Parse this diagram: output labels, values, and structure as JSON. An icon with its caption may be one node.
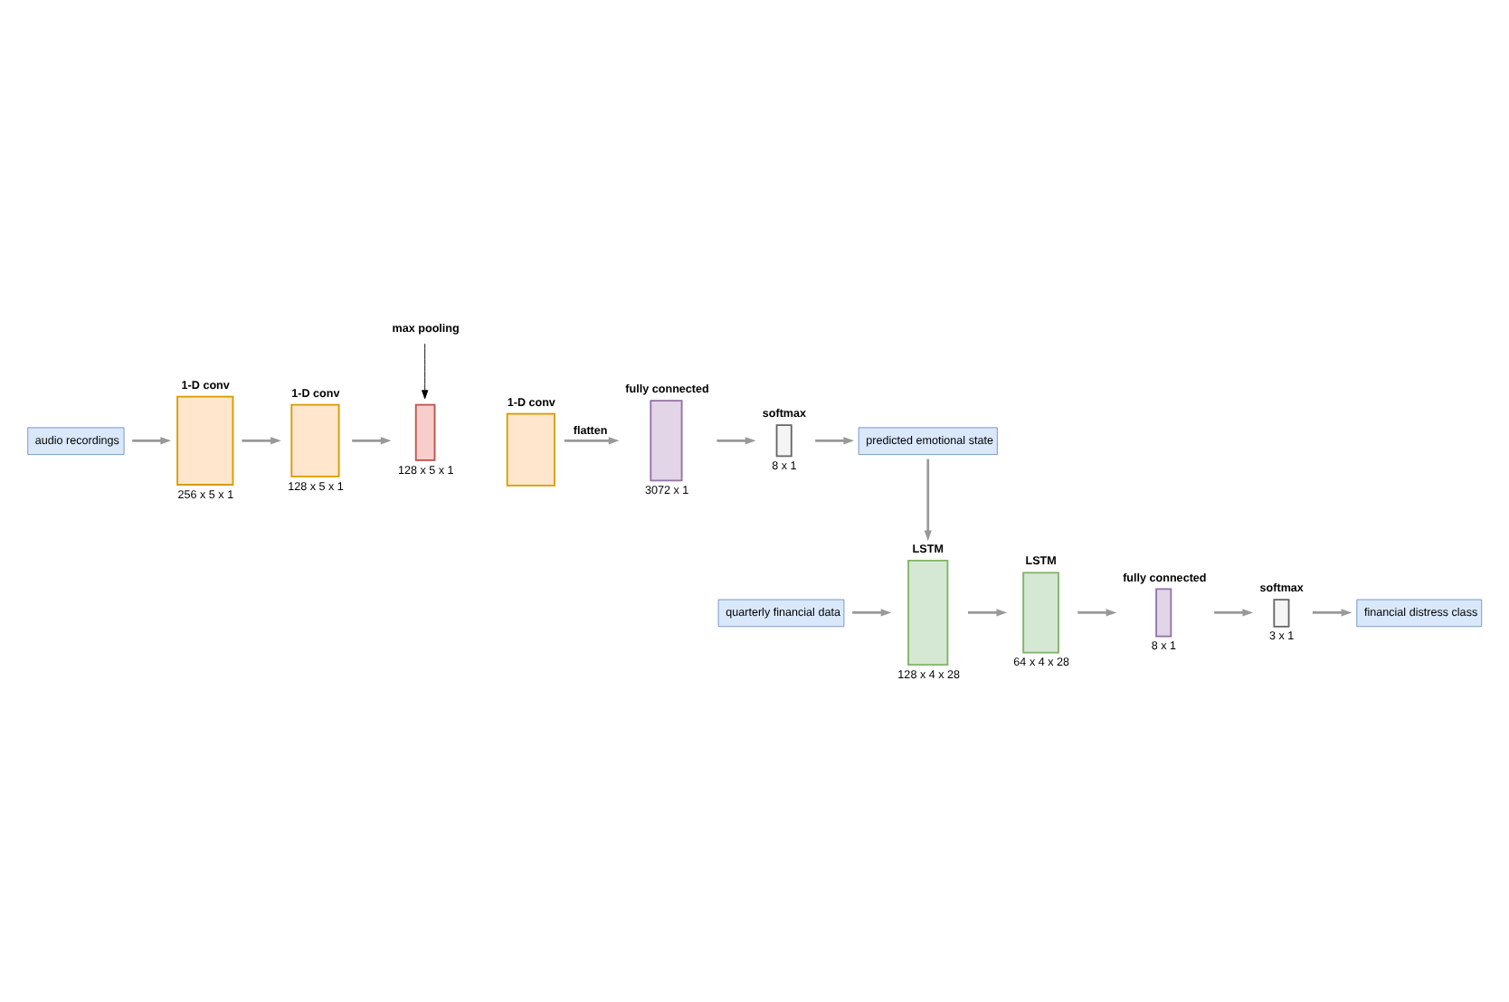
{
  "diagram": {
    "nodes": [
      {
        "text": [
          "audio recordings"
        ]
      },
      {
        "text": [
          "1-D conv"
        ],
        "beside": [
          "256 x 5 x 1"
        ]
      },
      {
        "text": [
          "1-D conv"
        ],
        "beside": [
          "128 x 5 x 1"
        ]
      },
      {
        "text": [
          "max pooling"
        ]
      },
      {
        "text": [],
        "shape": "box",
        "beside": [
          "128 x 5 x 1"
        ]
      },
      {
        "text": [
          "1-D conv"
        ]
      },
      {
        "text": [
          "fully connected"
        ],
        "beside": [
          "3072 x 1"
        ]
      },
      {
        "text": [
          "softmax"
        ],
        "beside": [
          "8 x 1"
        ]
      },
      {
        "text": [
          "predicted emotional state"
        ]
      },
      {
        "text": [
          "LSTM"
        ],
        "beside": [
          "128 x 4 x 28"
        ]
      },
      {
        "text": [
          "LSTM"
        ],
        "beside": [
          "64 x 4 x 28"
        ]
      },
      {
        "text": [
          "fully connected"
        ],
        "beside": [
          "8 x 1"
        ]
      },
      {
        "text": [
          "softmax"
        ],
        "beside": [
          "3 x 1"
        ]
      },
      {
        "text": [
          "financial distress class"
        ]
      },
      {
        "text": [
          "quarterly financial data"
        ]
      }
    ],
    "edges": [
      {
        "from": 0,
        "to": 1,
        "arrow": "to"
      },
      {
        "from": 1,
        "to": 2,
        "arrow": "to"
      },
      {
        "from": 2,
        "to": 4,
        "arrow": "to"
      },
      {
        "from": 3,
        "to": 4,
        "arrow": "to",
        "color": "#000000"
      },
      {
        "from": 5,
        "to": 6,
        "arrow": "to",
        "label": "flatten"
      },
      {
        "from": 6,
        "to": 7,
        "arrow": "to"
      },
      {
        "from": 7,
        "to": 8,
        "arrow": "to"
      },
      {
        "from": 8,
        "to": 9,
        "arrow": "to"
      },
      {
        "from": 14,
        "to": 9,
        "arrow": "to"
      },
      {
        "from": 9,
        "to": 10,
        "arrow": "to"
      },
      {
        "from": 10,
        "to": 11,
        "arrow": "to"
      },
      {
        "from": 11,
        "to": 12,
        "arrow": "to"
      },
      {
        "from": 12,
        "to": 13,
        "arrow": "to"
      }
    ]
  }
}
